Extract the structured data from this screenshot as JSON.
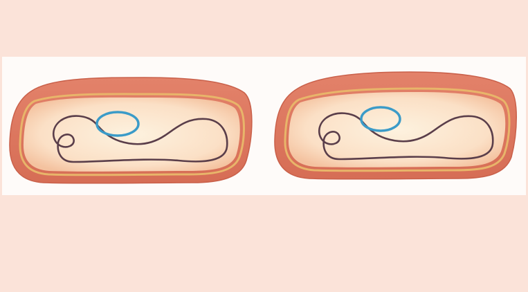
{
  "figure": {
    "background_color": "#fbe3d9",
    "panel_color": "#fefbf9",
    "cells": [
      {
        "name": "bacterial-cell-left",
        "components": [
          "cell-wall",
          "plasma-membrane",
          "cytoplasm",
          "chromosome",
          "plasmid"
        ]
      },
      {
        "name": "bacterial-cell-right",
        "components": [
          "cell-wall",
          "plasma-membrane",
          "cytoplasm",
          "chromosome",
          "plasmid"
        ]
      }
    ],
    "colors": {
      "cell_wall": "#e07a5f",
      "cell_wall_edge": "#c9604a",
      "membrane": "#e8b56a",
      "cytoplasm_center": "#fdf2df",
      "cytoplasm_edge": "#f6c9a8",
      "chromosome": "#5a3e4a",
      "plasmid": "#3b9bc8"
    }
  }
}
